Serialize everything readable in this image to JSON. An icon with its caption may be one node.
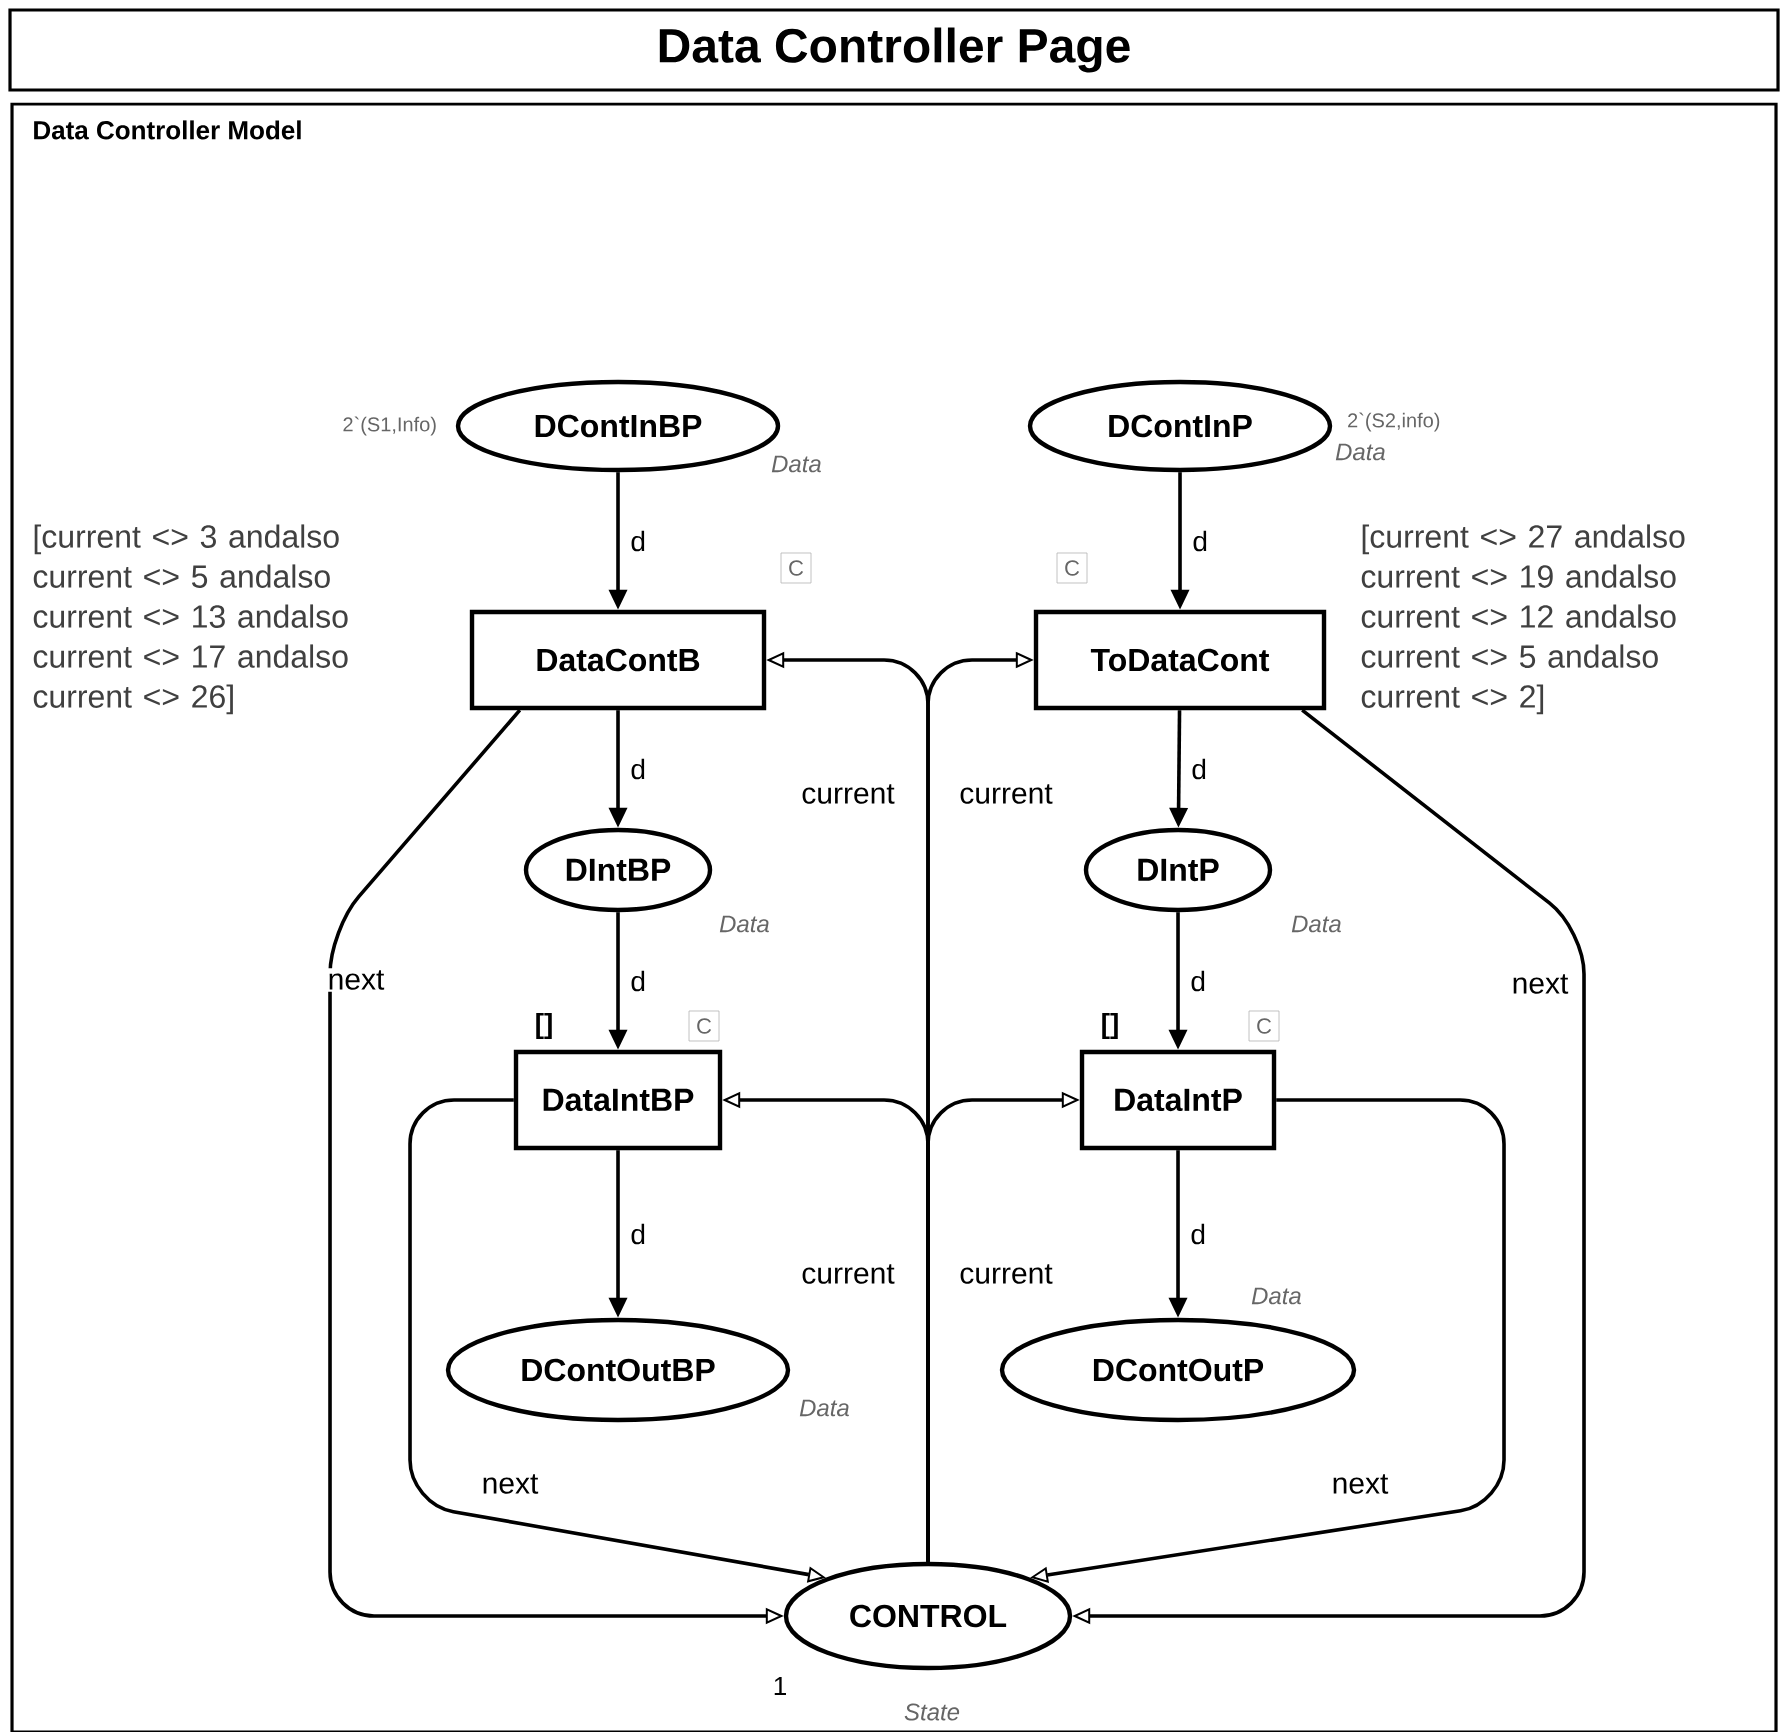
{
  "diagram": {
    "title": "Data Controller Page",
    "nodes": [
      {
        "text": [
          "Data Controller Model"
        ]
      },
      {
        "text": [
          "DContInBP"
        ],
        "in": 0,
        "beside": [
          "2`(S1,Info)",
          "Data"
        ]
      },
      {
        "text": [
          "DContInP"
        ],
        "in": 0,
        "beside": [
          "2`(S2,info)",
          "Data"
        ]
      },
      {
        "text": [
          "DataContB"
        ],
        "in": 0,
        "beside": [
          "[current <> 3 andalso current <> 5 andalso current <> 13 andalso current <> 17 andalso current <> 26]",
          "C"
        ]
      },
      {
        "text": [
          "ToDataCont"
        ],
        "in": 0,
        "beside": [
          "[current <> 27 andalso current <> 19 andalso current <> 12 andalso current <> 5 andalso current <> 2]",
          "C"
        ]
      },
      {
        "text": [
          "DIntBP"
        ],
        "in": 0,
        "beside": [
          "Data"
        ]
      },
      {
        "text": [
          "DIntP"
        ],
        "in": 0,
        "beside": [
          "Data"
        ]
      },
      {
        "text": [
          "DataIntBP"
        ],
        "in": 0,
        "beside": [
          "[]",
          "C"
        ]
      },
      {
        "text": [
          "DataIntP"
        ],
        "in": 0,
        "beside": [
          "[]",
          "C"
        ]
      },
      {
        "text": [
          "DContOutBP"
        ],
        "in": 0,
        "beside": [
          "Data"
        ]
      },
      {
        "text": [
          "DContOutP"
        ],
        "in": 0,
        "beside": [
          "Data"
        ]
      },
      {
        "text": [
          "CONTROL"
        ],
        "in": 0,
        "beside": [
          "1",
          "State"
        ]
      }
    ],
    "edges": [
      {
        "from": 1,
        "to": 3,
        "arrow": "to",
        "label": "d"
      },
      {
        "from": 2,
        "to": 4,
        "arrow": "to",
        "label": "d"
      },
      {
        "from": 3,
        "to": 5,
        "arrow": "to",
        "label": "d"
      },
      {
        "from": 4,
        "to": 6,
        "arrow": "to",
        "label": "d"
      },
      {
        "from": 5,
        "to": 7,
        "arrow": "to",
        "label": "d"
      },
      {
        "from": 6,
        "to": 8,
        "arrow": "to",
        "label": "d"
      },
      {
        "from": 7,
        "to": 9,
        "arrow": "to",
        "label": "d"
      },
      {
        "from": 8,
        "to": 10,
        "arrow": "to",
        "label": "d"
      },
      {
        "from": 11,
        "to": 3,
        "arrow": "to",
        "label": "current"
      },
      {
        "from": 11,
        "to": 4,
        "arrow": "to",
        "label": "current"
      },
      {
        "from": 11,
        "to": 7,
        "arrow": "to",
        "label": "current"
      },
      {
        "from": 11,
        "to": 8,
        "arrow": "to",
        "label": "current"
      },
      {
        "from": 3,
        "to": 11,
        "arrow": "to",
        "label": "next"
      },
      {
        "from": 4,
        "to": 11,
        "arrow": "to",
        "label": "next"
      },
      {
        "from": 7,
        "to": 11,
        "arrow": "to",
        "label": "next"
      },
      {
        "from": 8,
        "to": 11,
        "arrow": "to",
        "label": "next"
      }
    ]
  }
}
